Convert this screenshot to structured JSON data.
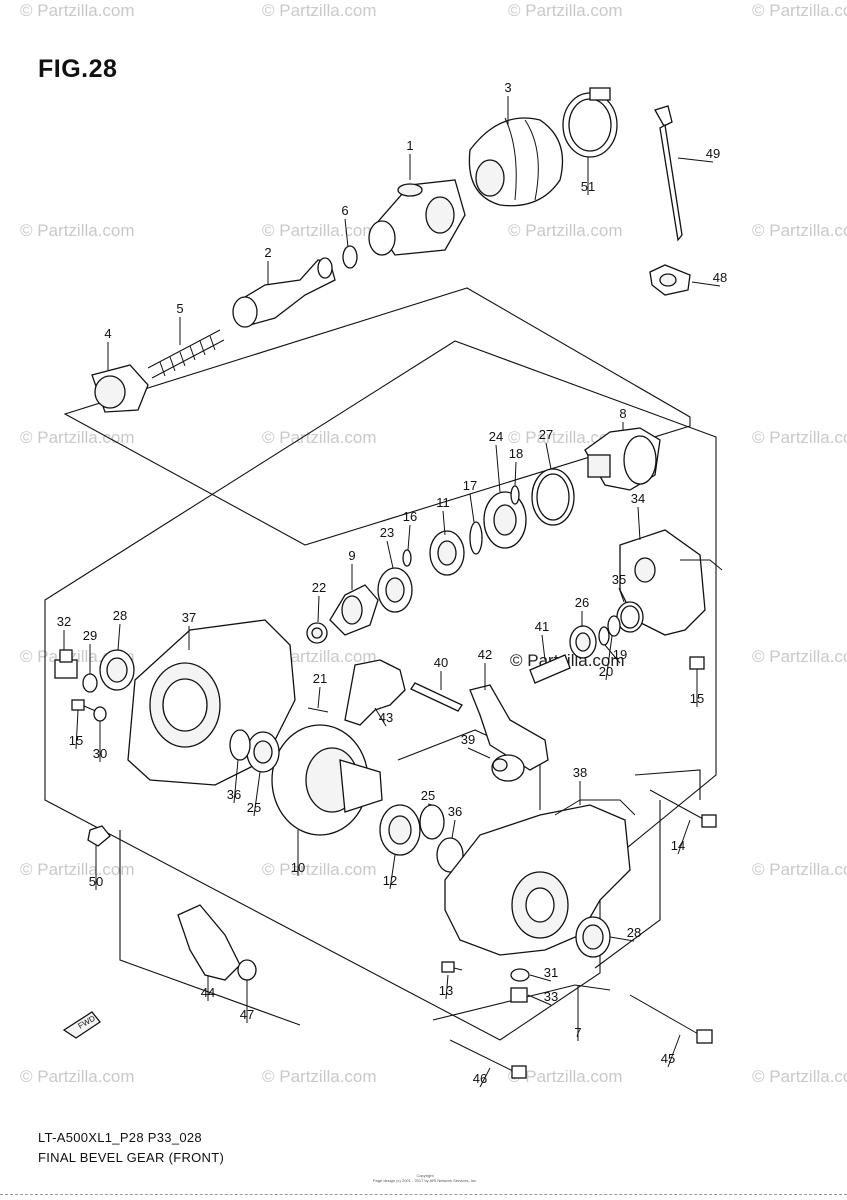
{
  "figure_title": "FIG.28",
  "caption_model": "LT-A500XL1_P28 P33_028",
  "caption_name": "FINAL BEVEL GEAR (FRONT)",
  "watermark": "© Partzilla.com",
  "copyright_line1": "Copyright",
  "copyright_line2": "Page design (c) 2001 - 2017 by ARI Network Services, Inc.",
  "fwd_label": "FWD",
  "callouts": [
    "1",
    "2",
    "3",
    "4",
    "5",
    "6",
    "7",
    "8",
    "9",
    "10",
    "11",
    "12",
    "13",
    "14",
    "15",
    "15",
    "16",
    "17",
    "18",
    "19",
    "20",
    "21",
    "22",
    "23",
    "24",
    "25",
    "25",
    "26",
    "27",
    "28",
    "28",
    "29",
    "30",
    "31",
    "32",
    "33",
    "34",
    "35",
    "36",
    "36",
    "37",
    "38",
    "39",
    "40",
    "41",
    "42",
    "43",
    "44",
    "45",
    "46",
    "47",
    "48",
    "49",
    "50",
    "51"
  ]
}
